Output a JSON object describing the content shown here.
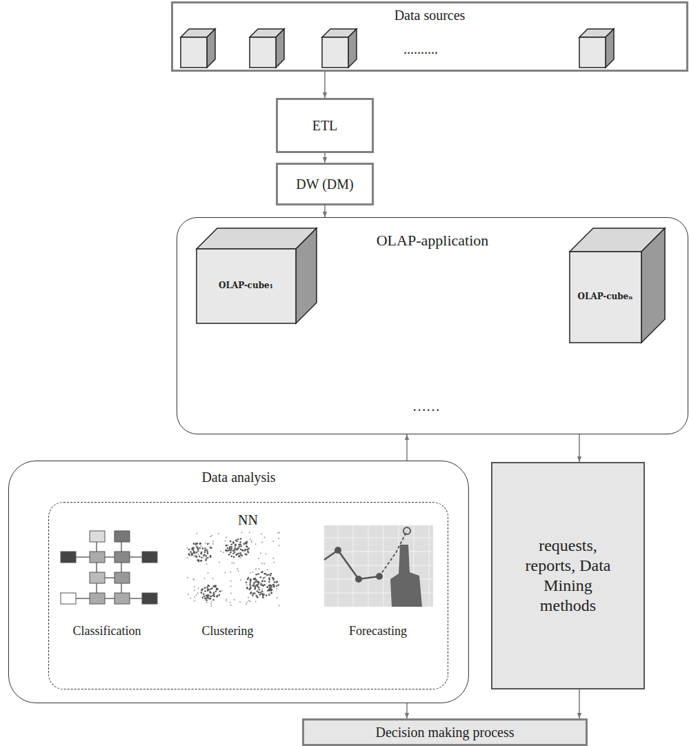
{
  "diagram": {
    "nodes": [
      {
        "text": [
          "Data sources"
        ]
      },
      {
        "text": [
          "ETL"
        ]
      },
      {
        "text": [
          "DW (DM)"
        ]
      },
      {
        "text": [
          "OLAP-application"
        ]
      },
      {
        "text": [
          "OLAP-cube₁"
        ],
        "in": 3
      },
      {
        "text": [
          "OLAP-cubeₙ"
        ],
        "in": 3
      },
      {
        "text": [
          "Data analysis"
        ]
      },
      {
        "text": [
          "NN"
        ],
        "in": 6
      },
      {
        "text": [
          "requests, reports, Data Mining methods"
        ]
      },
      {
        "text": [
          "Decision making process"
        ]
      }
    ],
    "edges": [
      {
        "from": 0,
        "to": 1,
        "arrow": "to"
      },
      {
        "from": 1,
        "to": 2,
        "arrow": "to"
      },
      {
        "from": 2,
        "to": 3,
        "arrow": "to"
      },
      {
        "from": 6,
        "to": 3,
        "arrow": "to"
      },
      {
        "from": 3,
        "to": 8,
        "arrow": "to"
      },
      {
        "from": 6,
        "to": 9,
        "arrow": "to"
      },
      {
        "from": 8,
        "to": 9,
        "arrow": "to"
      }
    ],
    "labels": [
      "..........",
      "……",
      "Classification",
      "Clustering",
      "Forecasting"
    ]
  }
}
